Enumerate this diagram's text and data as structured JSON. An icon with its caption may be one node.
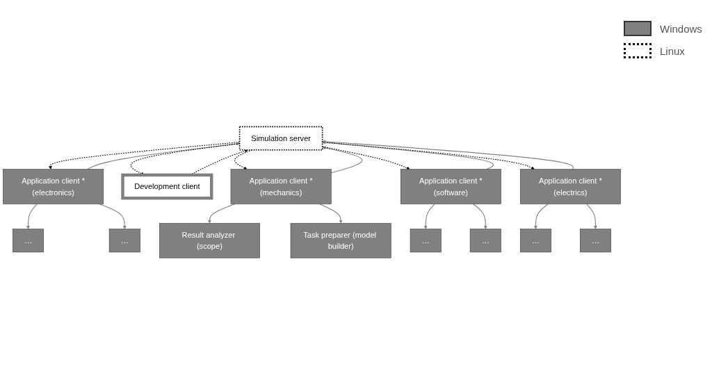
{
  "diagram": {
    "nodes": [
      {
        "text": [
          "Simulation server"
        ]
      },
      {
        "text": [
          "Application client *(electronics)"
        ]
      },
      {
        "text": [
          "…"
        ]
      },
      {
        "text": [
          "…"
        ]
      },
      {
        "text": [
          "Result analyzer (scope)"
        ]
      },
      {
        "text": [
          "Development client"
        ]
      },
      {
        "text": [
          "Application client *(mechanics)"
        ]
      },
      {
        "text": [
          "Task preparer (model builder)"
        ]
      },
      {
        "text": [
          "Application client *(software)"
        ]
      },
      {
        "text": [
          "Application client *(electrics)"
        ]
      },
      {
        "text": [
          "…"
        ]
      },
      {
        "text": [
          "…"
        ]
      },
      {
        "text": [
          "…"
        ]
      },
      {
        "text": [
          "…"
        ]
      }
    ],
    "edges": [
      {
        "from": 0,
        "to": 1,
        "arrow": "to",
        "style": "dashed",
        "color": "#000000"
      },
      {
        "from": 1,
        "to": 0,
        "arrow": "to"
      },
      {
        "from": 5,
        "to": 0,
        "arrow": "to",
        "style": "dashed",
        "color": "#000000"
      },
      {
        "from": 0,
        "to": 5,
        "arrow": "to",
        "style": "dashed",
        "color": "#000000"
      },
      {
        "from": 0,
        "to": 6,
        "arrow": "to",
        "style": "dashed",
        "color": "#000000"
      },
      {
        "from": 6,
        "to": 0,
        "arrow": "to"
      },
      {
        "from": 0,
        "to": 8,
        "arrow": "to",
        "style": "dashed",
        "color": "#000000"
      },
      {
        "from": 8,
        "to": 0,
        "arrow": "to"
      },
      {
        "from": 0,
        "to": 9,
        "arrow": "to",
        "style": "dashed",
        "color": "#000000"
      },
      {
        "from": 9,
        "to": 0,
        "arrow": "to"
      },
      {
        "from": 1,
        "to": 2,
        "arrow": "to"
      },
      {
        "from": 1,
        "to": 3,
        "arrow": "to"
      },
      {
        "from": 6,
        "to": 4,
        "arrow": "to"
      },
      {
        "from": 6,
        "to": 7,
        "arrow": "to"
      },
      {
        "from": 8,
        "to": 10,
        "arrow": "to"
      },
      {
        "from": 8,
        "to": 11,
        "arrow": "to"
      },
      {
        "from": 9,
        "to": 12,
        "arrow": "to"
      },
      {
        "from": 9,
        "to": 13,
        "arrow": "to"
      }
    ],
    "legend": [
      {
        "text": "Windows",
        "color": "#808080"
      },
      {
        "text": "Linux"
      }
    ]
  }
}
